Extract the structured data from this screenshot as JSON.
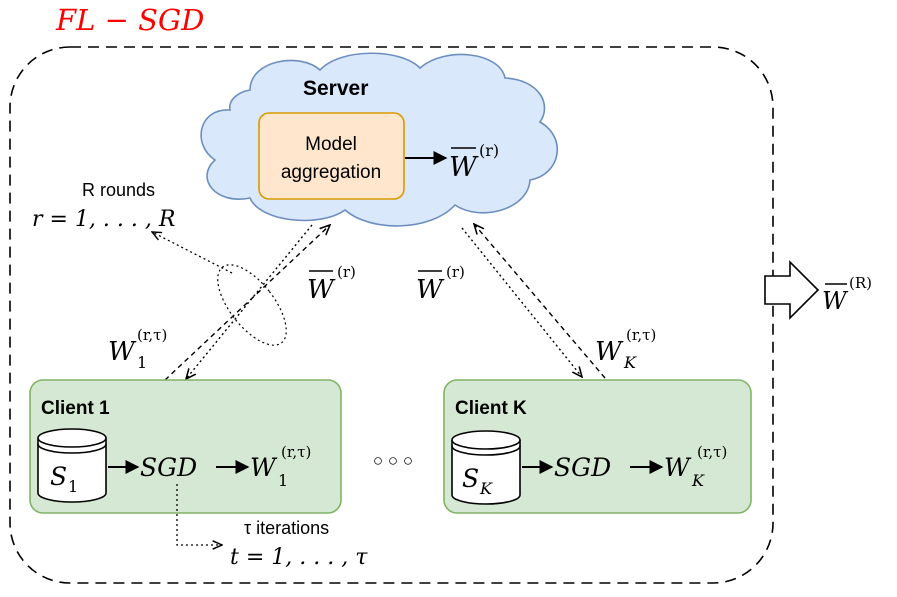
{
  "title": "FL − SGD",
  "server": {
    "label": "Server",
    "aggregation_line1": "Model",
    "aggregation_line2": "aggregation",
    "output": "W",
    "output_sup": "(r)"
  },
  "rounds": {
    "label": "R rounds",
    "formula": "r = 1, . . . , R"
  },
  "downlink_left": {
    "symbol": "W",
    "sup": "(r)"
  },
  "downlink_right": {
    "symbol": "W",
    "sup": "(r)"
  },
  "uplink_left": {
    "symbol": "W",
    "sub": "1",
    "sup": "(r,τ)"
  },
  "uplink_right": {
    "symbol": "W",
    "sub": "K",
    "sup": "(r,τ)"
  },
  "final_output": {
    "symbol": "W",
    "sup": "(R)"
  },
  "client1": {
    "label": "Client 1",
    "dataset": "S",
    "dataset_sub": "1",
    "sgd": "SGD",
    "model": "W",
    "model_sub": "1",
    "model_sup": "(r,τ)"
  },
  "clientK": {
    "label": "Client K",
    "dataset": "S",
    "dataset_sub": "K",
    "sgd": "SGD",
    "model": "W",
    "model_sub": "K",
    "model_sup": "(r,τ)"
  },
  "ellipsis": "○ ○ ○",
  "iterations": {
    "label": "τ iterations",
    "formula": "t = 1, . . . , τ"
  },
  "colors": {
    "title": "#ff0000",
    "cloud_fill": "#dae8fc",
    "cloud_stroke": "#6c8ebf",
    "agg_fill": "#ffe6cc",
    "agg_stroke": "#d79b00",
    "client_fill": "#d5e8d4",
    "client_stroke": "#82b366"
  }
}
